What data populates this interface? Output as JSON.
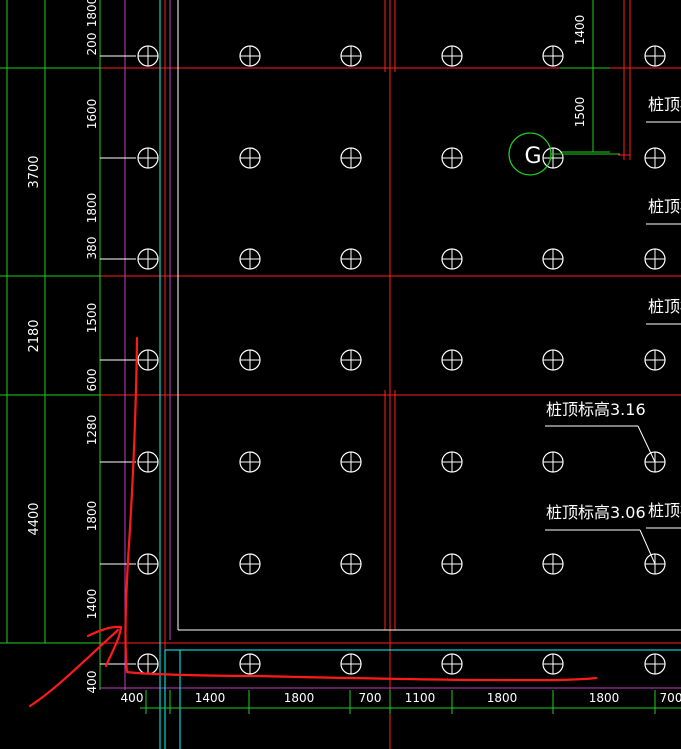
{
  "colors": {
    "background": "#000000",
    "grid_red": "#ff2020",
    "dim_green": "#22cc22",
    "cyan": "#00ffff",
    "magenta": "#c040c0",
    "white": "#ffffff",
    "markup_red": "#ff1a1a",
    "label_green": "#33cc33"
  },
  "axis_bubble": {
    "label": "G"
  },
  "left_dimensions_outer": [
    "3700",
    "2180",
    "4400"
  ],
  "left_dimensions_inner": [
    "1800",
    "200",
    "1600",
    "1800",
    "380",
    "1500",
    "600",
    "1280",
    "1800",
    "1400",
    "400"
  ],
  "top_right_dimensions": [
    "1400",
    "1500"
  ],
  "bottom_dimensions": [
    "400",
    "1400",
    "1800",
    "700",
    "1100",
    "1800",
    "1800",
    "700"
  ],
  "pile_labels": [
    "桩顶标高3.16",
    "桩顶标高3.06",
    "桩顶标",
    "桩顶标",
    "桩顶标",
    "桩顶标"
  ],
  "pile_marker_icon": "circle-cross-icon"
}
